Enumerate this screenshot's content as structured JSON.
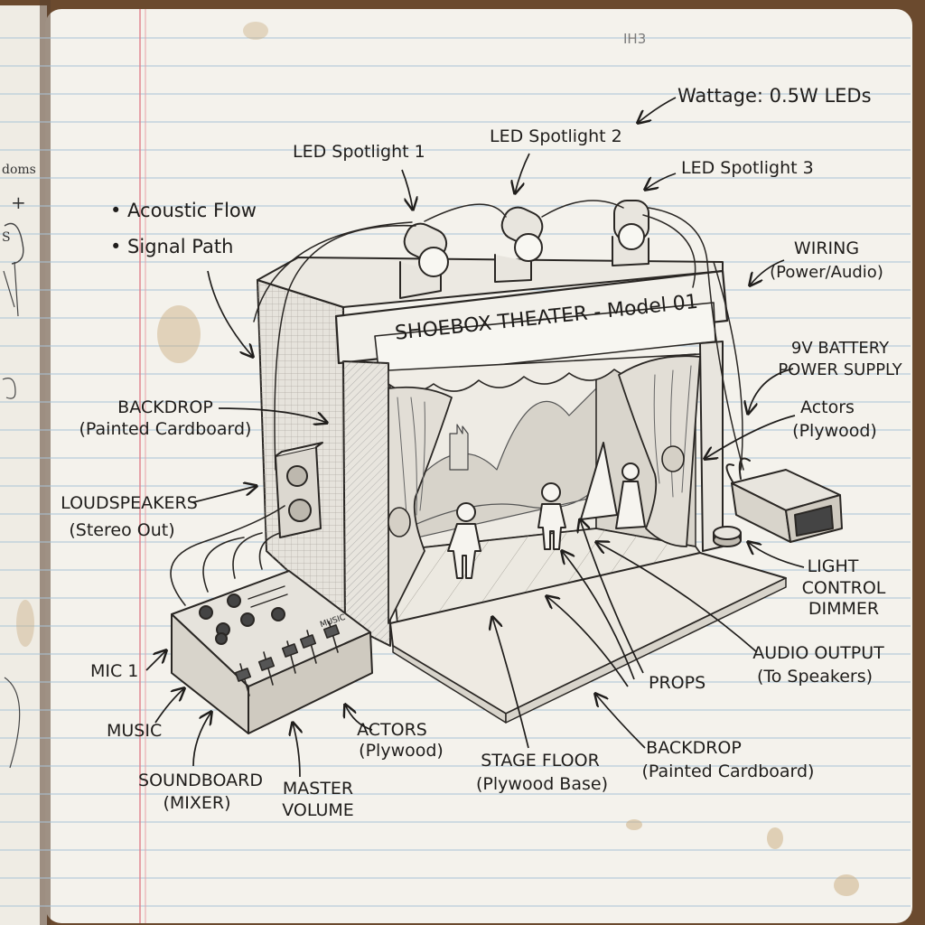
{
  "notebook": {
    "page_number": "IH3",
    "left_page_scribble_1": "doms",
    "left_page_scribble_2": "+",
    "left_page_scribble_3": "S"
  },
  "diagram": {
    "title": "SHOEBOX THEATER - Model 01",
    "mini_label": "MUSIC",
    "labels": {
      "wattage": "Wattage: 0.5W LEDs",
      "led1": "LED Spotlight 1",
      "led2": "LED Spotlight 2",
      "led3": "LED Spotlight 3",
      "acoustic": "• Acoustic Flow",
      "signal": "• Signal Path",
      "wiring_1": "WIRING",
      "wiring_2": "(Power/Audio)",
      "battery_1": "9V BATTERY",
      "battery_2": "POWER SUPPLY",
      "actors_r_1": "Actors",
      "actors_r_2": "(Plywood)",
      "backdrop_l_1": "BACKDROP",
      "backdrop_l_2": "(Painted Cardboard)",
      "speakers_1": "LOUDSPEAKERS",
      "speakers_2": "(Stereo Out)",
      "light_1": "LIGHT",
      "light_2": "CONTROL",
      "light_3": "DIMMER",
      "mic": "MIC 1",
      "music": "MUSIC",
      "audio_out_1": "AUDIO OUTPUT",
      "audio_out_2": "(To Speakers)",
      "props": "PROPS",
      "actors_b_1": "ACTORS",
      "actors_b_2": "(Plywood)",
      "soundboard_1": "SOUNDBOARD",
      "soundboard_2": "(MIXER)",
      "master_1": "MASTER",
      "master_2": "VOLUME",
      "stage_1": "STAGE FLOOR",
      "stage_2": "(Plywood Base)",
      "backdrop_b_1": "BACKDROP",
      "backdrop_b_2": "(Painted Cardboard)"
    }
  }
}
